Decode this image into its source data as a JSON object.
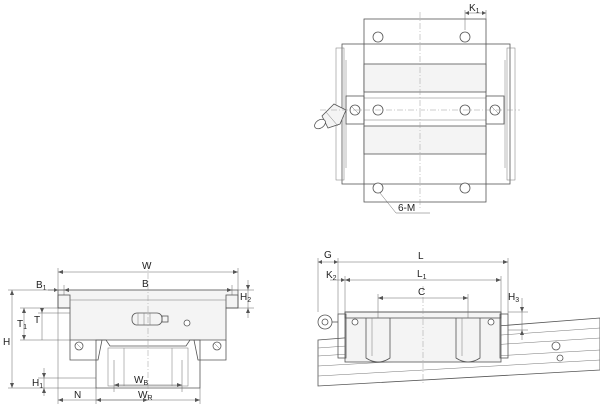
{
  "labels": {
    "K1": {
      "main": "K",
      "sub": "1"
    },
    "six_m": "6-M",
    "W": "W",
    "B1": {
      "main": "B",
      "sub": "1"
    },
    "B": "B",
    "H2": {
      "main": "H",
      "sub": "2"
    },
    "T1": {
      "main": "T",
      "sub": "1"
    },
    "T": "T",
    "H": "H",
    "H1": {
      "main": "H",
      "sub": "1"
    },
    "N": "N",
    "WB": {
      "main": "W",
      "sub": "B"
    },
    "WR": {
      "main": "W",
      "sub": "R"
    },
    "G": "G",
    "L": "L",
    "K2": {
      "main": "K",
      "sub": "2"
    },
    "L1": {
      "main": "L",
      "sub": "1"
    },
    "C": "C",
    "H3": {
      "main": "H",
      "sub": "3"
    }
  }
}
